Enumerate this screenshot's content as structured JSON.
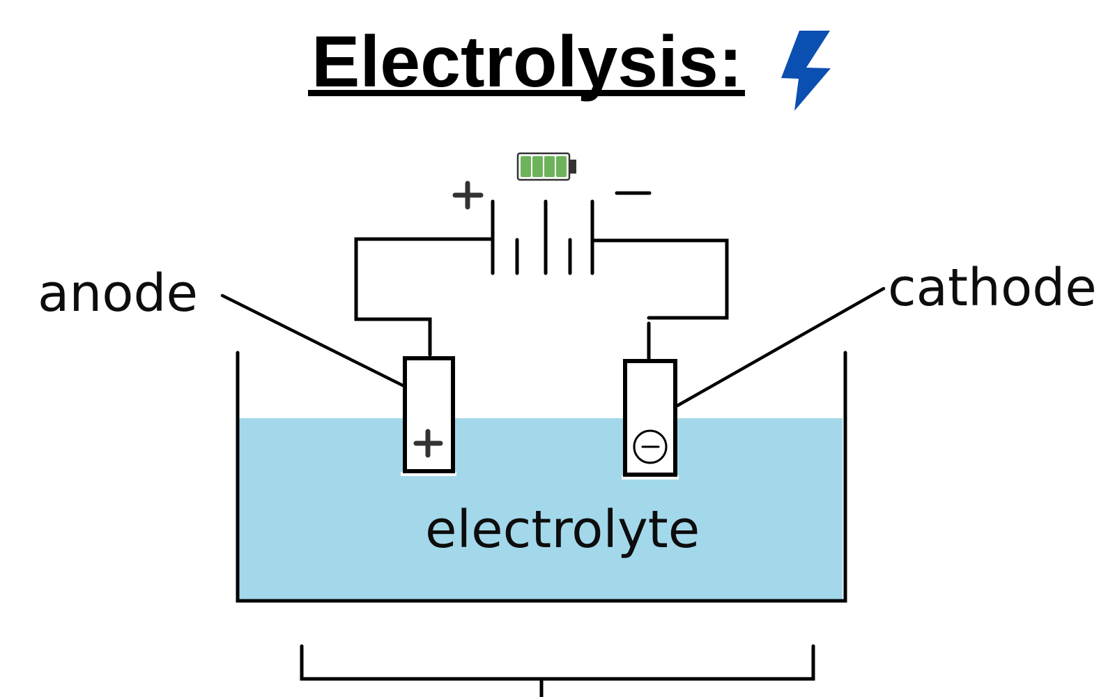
{
  "title": "Electrolysis:",
  "icons": {
    "title_icon": "lightning-bolt-icon",
    "battery_icon": "battery-full-icon"
  },
  "colors": {
    "bolt": "#0b4fb1",
    "electrolyte": "#a3d8eb",
    "battery_cell": "#6db35b",
    "ink": "#000000"
  },
  "battery": {
    "charge_fraction": 1.0,
    "cells_filled": 4,
    "cells_total": 4,
    "positive_terminal_symbol": "+",
    "negative_terminal_symbol": "−"
  },
  "labels": {
    "anode": "anode",
    "cathode": "cathode",
    "electrolyte": "electrolyte"
  },
  "electrodes": {
    "anode_symbol": "+",
    "cathode_symbol": "⊖"
  }
}
